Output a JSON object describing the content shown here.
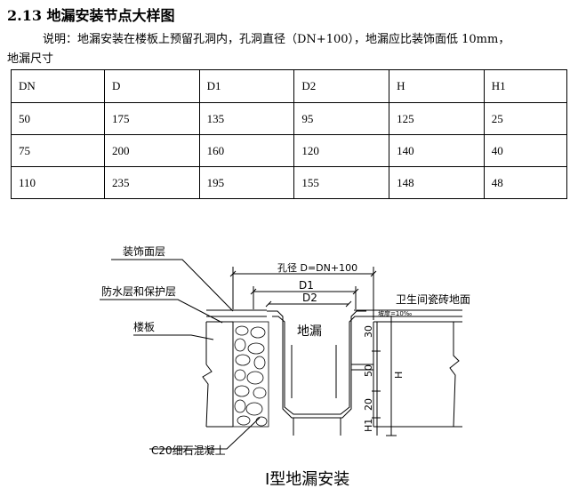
{
  "heading": "2.13 地漏安装节点大样图",
  "note": {
    "line1": "说明：地漏安装在楼板上预留孔洞内，孔洞直径（DN+100），地漏应比装饰面低 10mm，",
    "line2": "地漏尺寸"
  },
  "table": {
    "headers": [
      "DN",
      "D",
      "D1",
      "D2",
      "H",
      "H1"
    ],
    "rows": [
      [
        "50",
        "175",
        "135",
        "95",
        "125",
        "25"
      ],
      [
        "75",
        "200",
        "160",
        "120",
        "140",
        "40"
      ],
      [
        "110",
        "235",
        "195",
        "155",
        "148",
        "48"
      ]
    ]
  },
  "drawing": {
    "caption": "I型地漏安装",
    "labels": {
      "finish_layer": "装饰面层",
      "waterproof_layer": "防水层和保护层",
      "floor_slab": "楼板",
      "concrete": "C20细石混凝土",
      "bathroom_floor": "卫生间瓷砖地面",
      "hole_dia": "孔径 D=DN+100",
      "d1": "D1",
      "d2": "D2",
      "drain": "地漏",
      "dim_30": "30",
      "dim_50": "50",
      "dim_20": "20",
      "dim_h": "H",
      "dim_h1": "H1",
      "slope": "坡度=10‰"
    }
  }
}
